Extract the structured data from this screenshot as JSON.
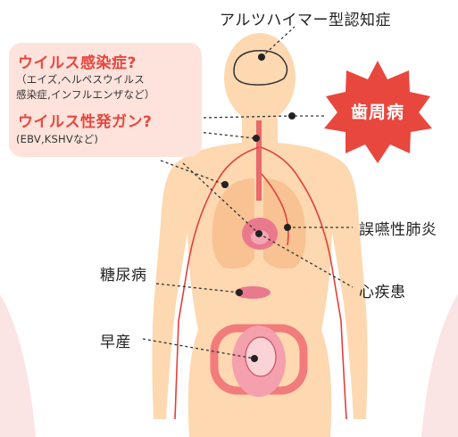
{
  "labels": {
    "alzheimer": "アルツハイマー型認知症",
    "periodontal": "歯周病",
    "pneumonia": "誤嚥性肺炎",
    "heart": "心疾患",
    "diabetes": "糖尿病",
    "preterm": "早産"
  },
  "callout": {
    "virus_infection": "ウイルス感染症?",
    "virus_infection_examples_line1": "（エイズ,ヘルペスウイルス",
    "virus_infection_examples_line2": "感染症,インフルエンザなど）",
    "virus_cancer": "ウイルス性発ガン?",
    "virus_cancer_examples": "(EBV,KSHVなど)"
  },
  "colors": {
    "skin": "#fdd8b0",
    "lung": "#f8c293",
    "heart": "#e97a8e",
    "vessel": "#e0413b",
    "burst": "#e8473e",
    "callout_bg": "#fde3dc",
    "callout_text": "#e8473e"
  }
}
